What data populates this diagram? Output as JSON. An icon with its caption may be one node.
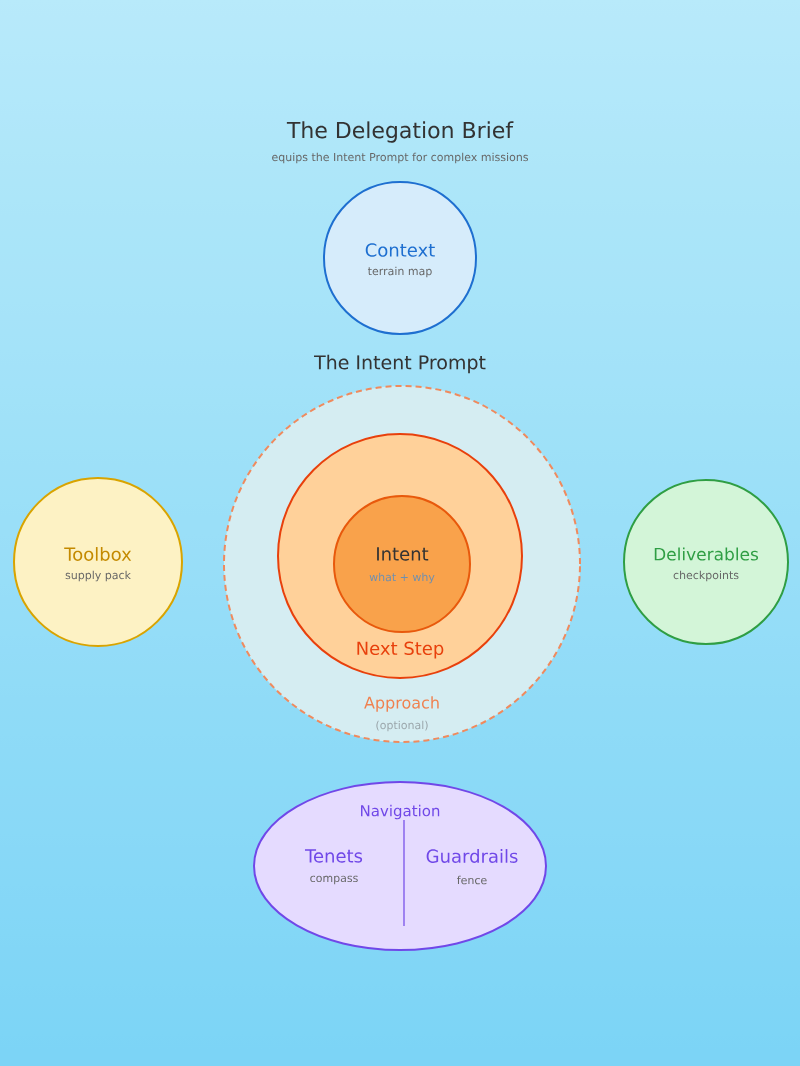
{
  "diagram": {
    "title": "The Delegation Brief",
    "nodes": [
      {
        "text": [
          "Context",
          "terrain map"
        ]
      },
      {
        "text": [
          "Approach",
          "(optional)"
        ]
      },
      {
        "text": [
          "Next Step"
        ],
        "in": 1
      },
      {
        "text": [
          "Intent",
          "what + why"
        ],
        "in": 2
      },
      {
        "text": [
          "Toolbox",
          "supply pack"
        ]
      },
      {
        "text": [
          "Deliverables",
          "checkpoints"
        ]
      },
      {
        "text": [
          "Navigation",
          "Tenets",
          "compass",
          "Guardrails",
          "fence"
        ]
      }
    ],
    "labels": [
      "equips the Intent Prompt for complex missions",
      "The Intent Prompt"
    ]
  }
}
